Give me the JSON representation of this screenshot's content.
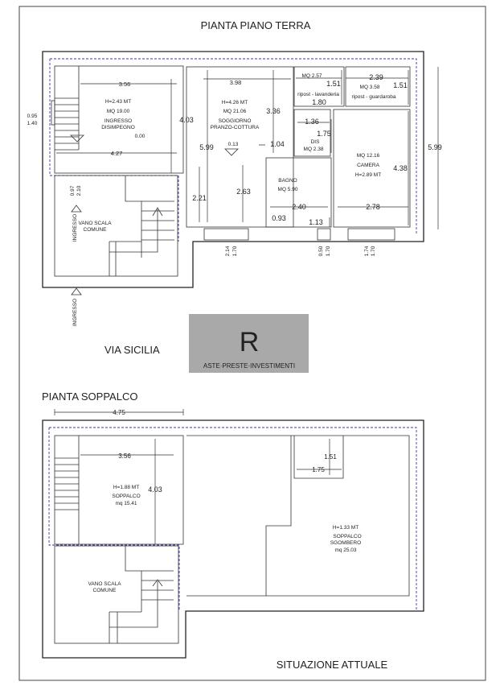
{
  "titles": {
    "ground": "PIANTA PIANO TERRA",
    "mezzanine": "PIANTA SOPPALCO",
    "status": "SITUAZIONE ATTUALE",
    "street": "VIA SICILIA"
  },
  "watermark": {
    "text": "ASTE·PRESTE·INVESTIMENTI",
    "monogram": "R"
  },
  "ground": {
    "ingresso": {
      "h": "H=2.43 MT",
      "mq": "MQ 19.00",
      "name1": "INGRESSO",
      "name2": "DISIMPEGNO",
      "level": "0.00"
    },
    "soggiorno": {
      "h": "H=4.26 MT",
      "mq": "MQ 21.06",
      "name1": "SOGGIORNO",
      "name2": "PRANZO-COTTURA",
      "level": "0.13"
    },
    "lavanderia": {
      "mq": "MQ 2.57",
      "name": "ripost - lavanderia"
    },
    "guardaroba": {
      "mq": "MQ 3.58",
      "name": "ripost - guardaroba"
    },
    "dis": {
      "name": "DIS",
      "mq": "MQ 2.38"
    },
    "bagno": {
      "name": "BAGNO",
      "mq": "MQ 5.90"
    },
    "camera": {
      "mq": "MQ 12.16",
      "name": "CAMERA",
      "h": "H=2.89 MT"
    },
    "scala": {
      "name1": "VANO SCALA",
      "name2": "COMUNE"
    },
    "entrance": "INGRESSO",
    "dims": {
      "d356": "3.56",
      "d403": "4.03",
      "d427": "4.27",
      "d398": "3.98",
      "d599a": "5.99",
      "d336": "3.36",
      "d104": "1.04",
      "d221": "2.21",
      "d263": "2.63",
      "d151a": "1.51",
      "d180": "1.80",
      "d239": "2.39",
      "d151b": "1.51",
      "d136": "1.36",
      "d175": "1.75",
      "d240": "2.40",
      "d093": "0.93",
      "d113": "1.13",
      "d278": "2.78",
      "d438": "4.38",
      "d599b": "5.99"
    },
    "windows": {
      "w1a": "0.95",
      "w1b": "1.40",
      "w2a": "0.97",
      "w2b": "2.10",
      "w3a": "2.14",
      "w3b": "1.70",
      "w4a": "0.50",
      "w4b": "1.70",
      "w5a": "1.74",
      "w5b": "1.70"
    }
  },
  "mezzanine": {
    "soppalco": {
      "h": "H=1.88 MT",
      "name": "SOPPALCO",
      "mq": "mq 15.41"
    },
    "sgombero": {
      "h": "H=1.33 MT",
      "name1": "SOPPALCO",
      "name2": "SGOMBERO",
      "mq": "mq 25.03"
    },
    "scala": {
      "name1": "VANO SCALA",
      "name2": "COMUNE"
    },
    "dims": {
      "d475": "4.75",
      "d356": "3.56",
      "d403": "4.03",
      "d151": "1.51",
      "d175": "1.75"
    }
  }
}
